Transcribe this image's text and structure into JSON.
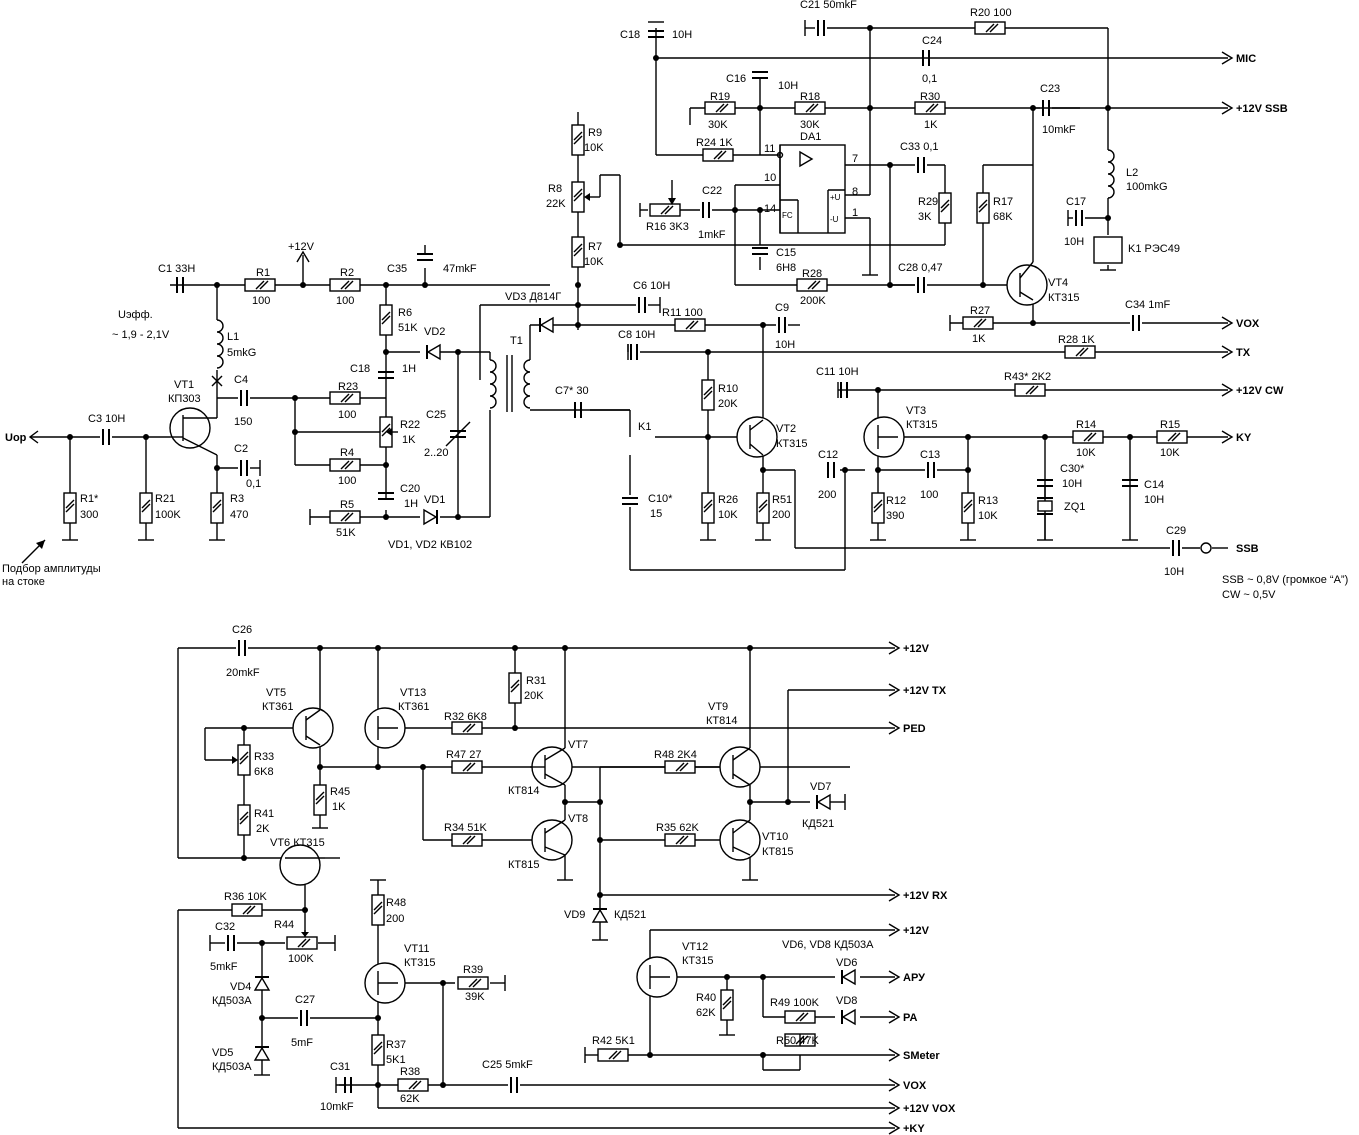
{
  "labels": {
    "uop": "Uop",
    "mic": "MIC",
    "v12ssb": "+12V SSB",
    "vox_top": "VOX",
    "tx": "TX",
    "v12cw": "+12V CW",
    "ky_top": "KY",
    "ssb": "SSB",
    "v12": "+12V",
    "v12tx": "+12V TX",
    "ped": "PED",
    "v12rx": "+12V RX",
    "v12b": "+12V",
    "apu": "АРУ",
    "pa": "PA",
    "smeter": "SMeter",
    "vox_bot": "VOX",
    "v12vox": "+12V VOX",
    "ky_bot": "+KY",
    "v12_top": "+12V"
  },
  "notes": {
    "ueff": "Uэфф.",
    "ueff_range": "~ 1,9 - 2,1V",
    "select1": "Подбор амплитуды",
    "select2": "на стоке",
    "ssb_level": "SSB ~ 0,8V (громкое “A”)",
    "cw_level": "CW ~ 0,5V",
    "vd12": "VD1, VD2  КВ102",
    "vd68": "VD6, VD8  КД503A"
  },
  "components": {
    "c1": "C1  33H",
    "r1": "R1",
    "r1v": "100",
    "r2": "R2",
    "r2v": "100",
    "c35": "C35",
    "c35v": "47mkF",
    "l1": "L1",
    "l1v": "5mkG",
    "vt1": "VT1",
    "vt1v": "КП303",
    "c3": "C3  10H",
    "r1s": "R1*",
    "r1sv": "300",
    "r21": "R21",
    "r21v": "100K",
    "r3": "R3",
    "r3v": "470",
    "c2": "C2",
    "c2v": "0,1",
    "c4": "C4",
    "c4v": "150",
    "r6": "R6",
    "r6v": "51K",
    "vd2": "VD2",
    "c18a": "C18",
    "c18av": "1H",
    "r23": "R23",
    "r23v": "100",
    "r22": "R22",
    "r22v": "1K",
    "r4": "R4",
    "r4v": "100",
    "c20": "C20",
    "c20v": "1H",
    "vd1": "VD1",
    "r5": "R5",
    "r5v": "51K",
    "c25a": "C25",
    "c25av": "2..20",
    "t1": "T1",
    "r9": "R9",
    "r9v": "10K",
    "r8": "R8",
    "r8v": "22K",
    "r7": "R7",
    "r7v": "10K",
    "vd3": "VD3  Д814Г",
    "c6": "C6  10H",
    "r11": "R11  100",
    "c9": "C9",
    "c9v": "10H",
    "c8": "C8  10H",
    "r28b": "R28  1K",
    "c7": "C7*  30",
    "k1": "K1",
    "c10": "C10*",
    "c10v": "15",
    "r10": "R10",
    "r10v": "20K",
    "vt2": "VT2",
    "vt2v": "КТ315",
    "r26": "R26",
    "r26v": "10K",
    "r51": "R51",
    "r51v": "200",
    "c18b": "C18",
    "c18bv": "10H",
    "c21": "C21  50mkF",
    "r20": "R20  100",
    "c24": "C24",
    "c24v": "0,1",
    "c16": "C16",
    "c16v": "10H",
    "r19": "R19",
    "r19v": "30K",
    "r18": "R18",
    "r18v": "30K",
    "r30": "R30",
    "r30v": "1K",
    "c23": "C23",
    "c23v": "10mkF",
    "r24": "R24  1K",
    "da1": "DA1",
    "pin11": "11",
    "pin10": "10",
    "pin14": "14",
    "pin7": "7",
    "pin8": "8",
    "pin1": "1",
    "fc": "FC",
    "plus": "+U",
    "minus": "-U",
    "c33": "C33  0,1",
    "r29": "R29",
    "r29v": "3K",
    "r17": "R17",
    "r17v": "68K",
    "r16": "R16  3K3",
    "c22": "C22",
    "c22v": "1mkF",
    "c15": "C15",
    "c15v": "6H8",
    "r28a": "R28",
    "r28av": "200K",
    "c28": "C28  0,47",
    "vt4": "VT4",
    "vt4v": "КТ315",
    "l2": "L2",
    "l2v": "100mkG",
    "c17": "C17",
    "c17v": "10H",
    "k1r": "K1  РЭС49",
    "r27": "R27",
    "r27v": "1K",
    "c34": "C34  1mF",
    "c11": "C11  10H",
    "r43": "R43*  2K2",
    "vt3": "VT3",
    "vt3v": "КТ315",
    "c12": "C12",
    "c12v": "200",
    "c13": "C13",
    "c13v": "100",
    "r12": "R12",
    "r12v": "390",
    "r13": "R13",
    "r13v": "10K",
    "r14": "R14",
    "r14v": "10K",
    "r15": "R15",
    "r15v": "10K",
    "c30": "C30*",
    "c30v": "10H",
    "zq1": "ZQ1",
    "c14": "C14",
    "c14v": "10H",
    "c29": "C29",
    "c29v": "10H",
    "c26": "C26",
    "c26v": "20mkF",
    "vt5": "VT5",
    "vt5v": "КТ361",
    "vt13": "VT13",
    "vt13v": "КТ361",
    "r32": "R32  6K8",
    "r31": "R31",
    "r31v": "20K",
    "vt9": "VT9",
    "vt9v": "КТ814",
    "r33": "R33",
    "r33v": "6K8",
    "r47": "R47  27",
    "vt7": "VT7",
    "vt7v": "КТ814",
    "r48": "R48  2K4",
    "vd7": "VD7",
    "vd7v": "КД521",
    "r41": "R41",
    "r41v": "2K",
    "r45": "R45",
    "r45v": "1K",
    "r34": "R34  51K",
    "vt8": "VT8",
    "vt8v": "КТ815",
    "r35": "R35  62K",
    "vt10": "VT10",
    "vt10v": "КТ815",
    "vt6": "VT6  КТ315",
    "vd9": "VD9",
    "vd9v": "КД521",
    "r36": "R36  10K",
    "c32": "C32",
    "c32v": "5mkF",
    "r44": "R44",
    "r44v": "100K",
    "r48b": "R48",
    "r48bv": "200",
    "vt11": "VT11",
    "vt11v": "КТ315",
    "r39": "R39",
    "r39v": "39K",
    "vt12": "VT12",
    "vt12v": "КТ315",
    "vd4": "VD4",
    "vd4v": "КД503A",
    "c27": "C27",
    "c27v": "5mF",
    "vd5": "VD5",
    "vd5v": "КД503A",
    "r40": "R40",
    "r40v": "62K",
    "r49": "R49  100K",
    "vd6": "VD6",
    "vd8": "VD8",
    "r37": "R37",
    "r37v": "5K1",
    "r42": "R42  5K1",
    "r50": "R50  47K",
    "c31": "C31",
    "c31v": "10mkF",
    "r38": "R38",
    "r38v": "62K",
    "c25b": "C25  5mkF"
  }
}
